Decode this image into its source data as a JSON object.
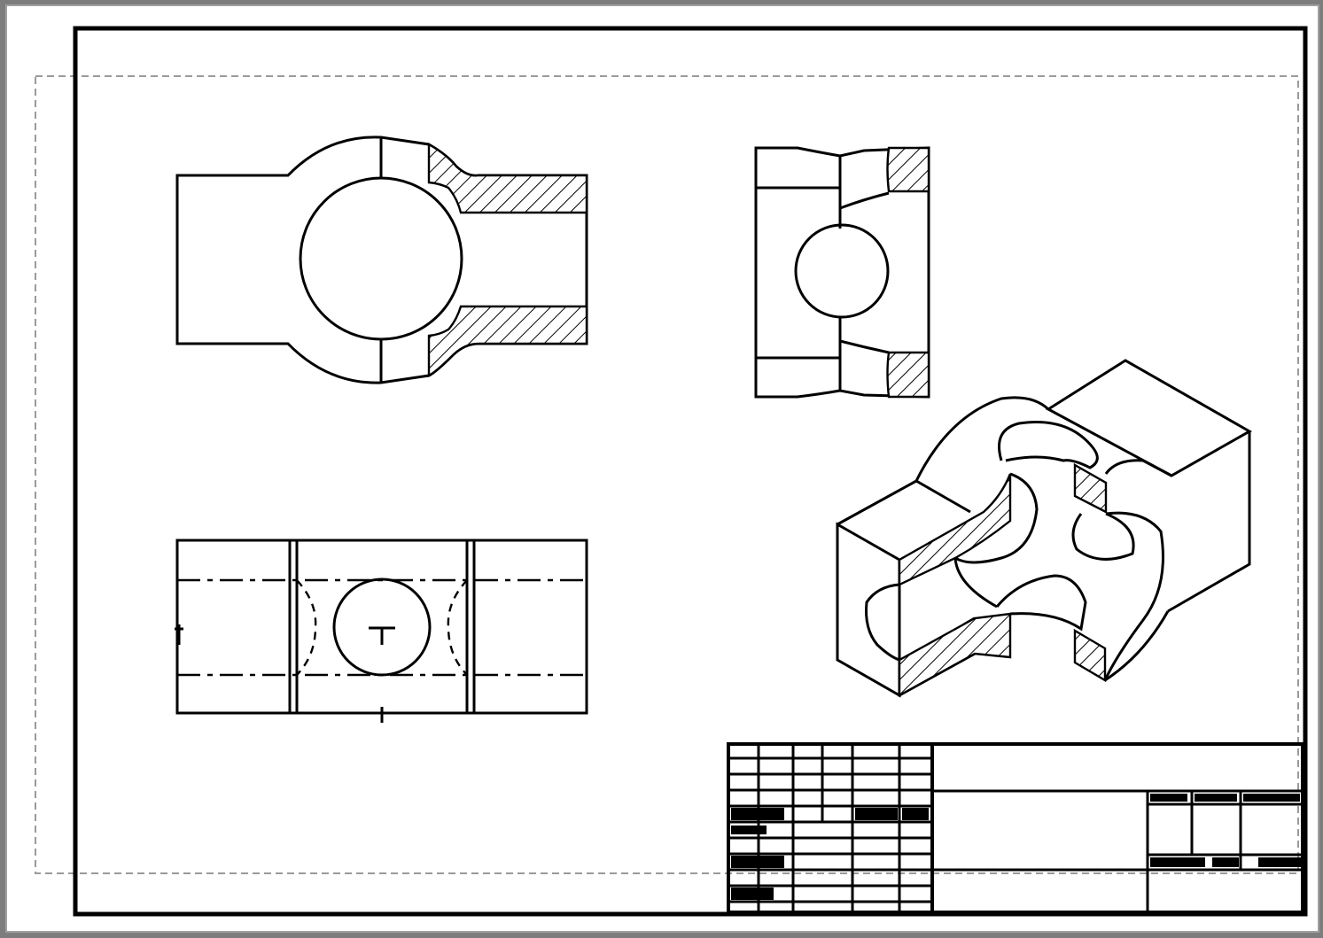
{
  "drawing": {
    "views": [
      "top-section-view",
      "side-view",
      "front-view",
      "isometric-cutaway-view"
    ],
    "section_hatching": true
  },
  "title_block": {
    "name_cell": "",
    "designation_cell": "",
    "organization_cell": ""
  },
  "colors": {
    "sheet_background": "#ffffff",
    "outer_border": "#7d7d7d",
    "line": "#000000",
    "printable_area": "#9a9a9a"
  }
}
